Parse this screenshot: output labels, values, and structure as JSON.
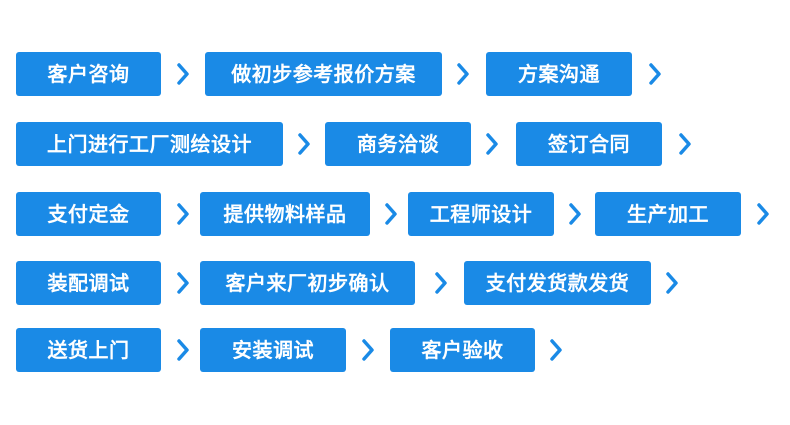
{
  "rows": [
    {
      "steps": [
        "客户咨询",
        "做初步参考报价方案",
        "方案沟通"
      ]
    },
    {
      "steps": [
        "上门进行工厂测绘设计",
        "商务洽谈",
        "签订合同"
      ]
    },
    {
      "steps": [
        "支付定金",
        "提供物料样品",
        "工程师设计",
        "生产加工"
      ]
    },
    {
      "steps": [
        "装配调试",
        "客户来厂初步确认",
        "支付发货款发货"
      ]
    },
    {
      "steps": [
        "送货上门",
        "安装调试",
        "客户验收"
      ]
    }
  ],
  "icons": {
    "connector": "chevron-right-icon"
  },
  "colors": {
    "step_fill": "#1a8ae6",
    "step_text": "#ffffff",
    "arrow": "#1a8ae6"
  }
}
